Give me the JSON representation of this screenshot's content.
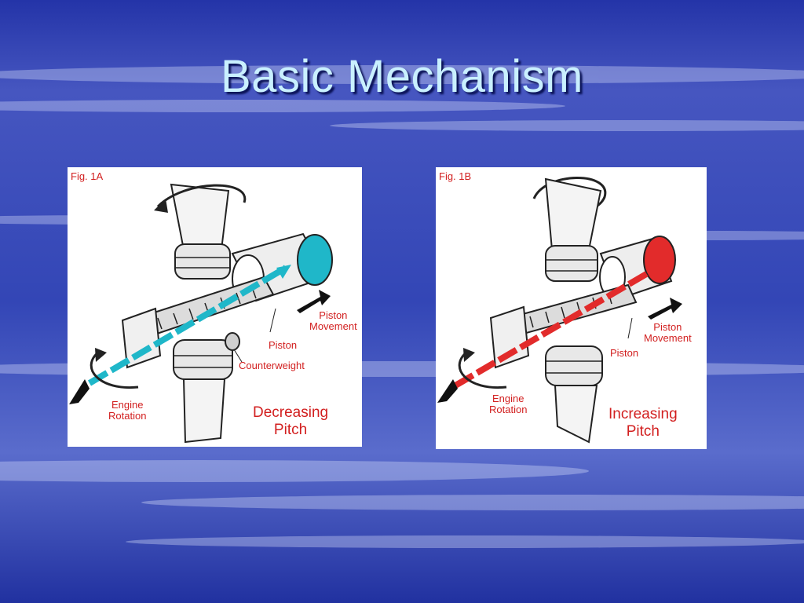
{
  "slide": {
    "title": "Basic Mechanism"
  },
  "figures": {
    "a": {
      "fig_label": "Fig. 1A",
      "piston_movement": [
        "Piston",
        "Movement"
      ],
      "piston": "Piston",
      "counterweight": "Counterweight",
      "engine_rotation": [
        "Engine",
        "Rotation"
      ],
      "pitch": [
        "Decreasing",
        "Pitch"
      ],
      "accent_color": "#1fb7c9"
    },
    "b": {
      "fig_label": "Fig. 1B",
      "piston_movement": [
        "Piston",
        "Movement"
      ],
      "piston": "Piston",
      "engine_rotation": [
        "Engine",
        "Rotation"
      ],
      "pitch": [
        "Increasing",
        "Pitch"
      ],
      "accent_color": "#e22b2b"
    }
  },
  "colors": {
    "label_red": "#d21f1f",
    "title": "#c9f0ff"
  }
}
